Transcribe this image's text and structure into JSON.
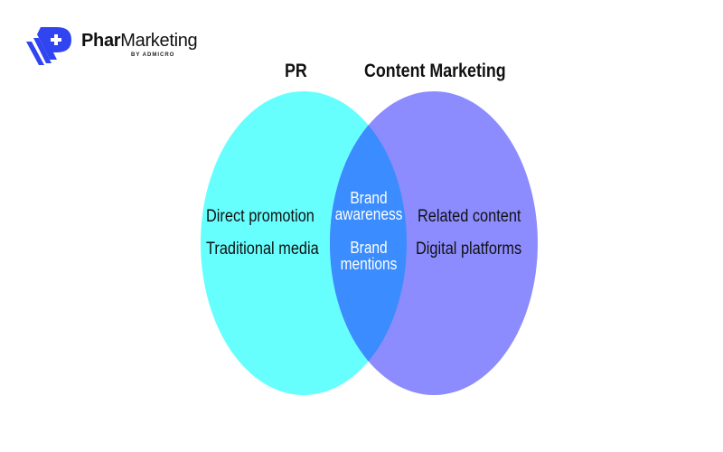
{
  "logo": {
    "name_bold": "Phar",
    "name_regular": "Marketing",
    "subtitle": "BY ADMICRO",
    "brand_color": "#3045F0",
    "icon": "pharmarketing-logo-icon"
  },
  "diagram": {
    "type": "venn",
    "sets": [
      {
        "title": "PR",
        "color": "#66FFFD",
        "items": [
          "Direct promotion",
          "Traditional media"
        ]
      },
      {
        "title": "Content Marketing",
        "color": "#8C8CFF",
        "items": [
          "Related content",
          "Digital platforms"
        ]
      }
    ],
    "intersection": {
      "color": "#3A8CFF",
      "items": [
        "Brand awareness",
        "Brand mentions"
      ],
      "item_lines": [
        [
          "Brand",
          "awareness"
        ],
        [
          "Brand",
          "mentions"
        ]
      ]
    }
  }
}
